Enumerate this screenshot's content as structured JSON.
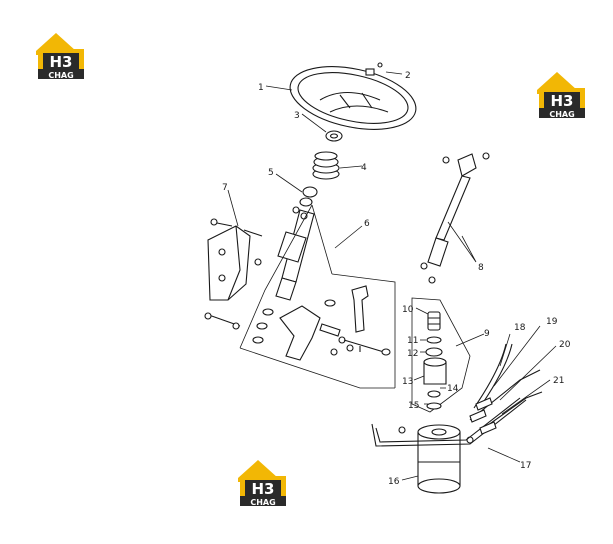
{
  "logo": {
    "mark": "H3",
    "word": "CHAG",
    "colors": {
      "roof": "#f2b705",
      "dark": "#2a2a2a",
      "text": "#ffffff"
    }
  },
  "callouts": {
    "c1": "1",
    "c2": "2",
    "c3": "3",
    "c4": "4",
    "c5": "5",
    "c6": "6",
    "c7": "7",
    "c8": "8",
    "c9": "9",
    "c10": "10",
    "c11": "11",
    "c12": "12",
    "c13": "13",
    "c14": "14",
    "c15": "15",
    "c16": "16",
    "c17": "17",
    "c18": "18",
    "c19": "19",
    "c20": "20",
    "c21": "21"
  }
}
